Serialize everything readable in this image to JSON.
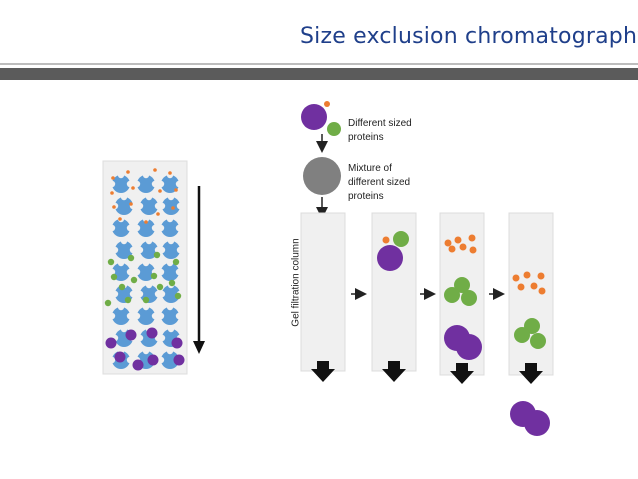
{
  "title": "Size exclusion chromatography",
  "labels": {
    "different_sized": "Different sized\nproteins",
    "mixture": "Mixture of\ndifferent sized\nproteins",
    "gel_column": "Gel filtration column"
  },
  "colors": {
    "title": "#1f3f8a",
    "bead": "#5b9bd5",
    "large_protein": "#7030a0",
    "medium_protein": "#70ad47",
    "small_protein": "#ed7d31",
    "mixture": "#808080",
    "column_fill": "#f0f0f0"
  }
}
